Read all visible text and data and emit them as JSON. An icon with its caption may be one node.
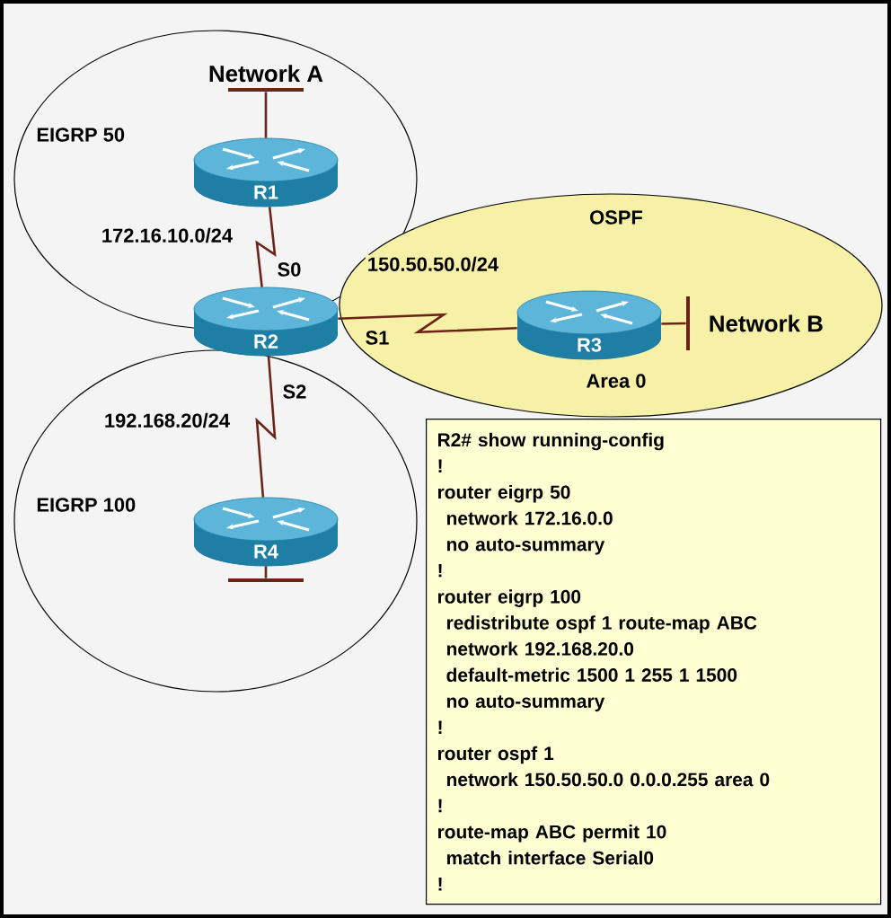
{
  "diagram": {
    "nodes": [
      {
        "text": [
          "EIGRP 50"
        ]
      },
      {
        "text": [
          "OSPF",
          "Area 0"
        ]
      },
      {
        "text": [
          "EIGRP 100"
        ]
      },
      {
        "text": [
          "R1"
        ],
        "in": 0
      },
      {
        "text": [
          "R2"
        ]
      },
      {
        "text": [
          "R3"
        ],
        "in": 1
      },
      {
        "text": [
          "R4"
        ],
        "in": 2
      },
      {
        "text": [
          "Network A"
        ],
        "in": 0
      },
      {
        "text": [
          "Network B"
        ],
        "in": 1
      },
      {
        "text": [],
        "shape": "bar",
        "in": 2
      },
      {
        "text": [
          "R2# show running-config",
          "!",
          "router eigrp 50",
          "network 172.16.0.0",
          "no auto-summary",
          "!",
          "router eigrp 100",
          "redistribute ospf 1 route-map ABC",
          "network 192.168.20.0",
          "default-metric 1500 1 255 1 1500",
          "no auto-summary",
          "!",
          "router ospf 1",
          "network 150.50.50.0 0.0.0.255 area 0",
          "!",
          "route-map ABC  permit 10",
          "match interface Serial0",
          "!"
        ]
      }
    ],
    "edges": [
      {
        "from": 3,
        "to": 4,
        "arrow": "none",
        "label": "172.16.10.0/24"
      },
      {
        "from": 4,
        "to": 5,
        "arrow": "none",
        "label": "150.50.50.0/24"
      },
      {
        "from": 4,
        "to": 6,
        "arrow": "none",
        "label": "192.168.20/24"
      },
      {
        "from": 3,
        "to": 7,
        "arrow": "none"
      },
      {
        "from": 5,
        "to": 8,
        "arrow": "none"
      },
      {
        "from": 6,
        "to": 9,
        "arrow": "none"
      }
    ],
    "labels": [
      "S0",
      "S1",
      "S2"
    ]
  }
}
